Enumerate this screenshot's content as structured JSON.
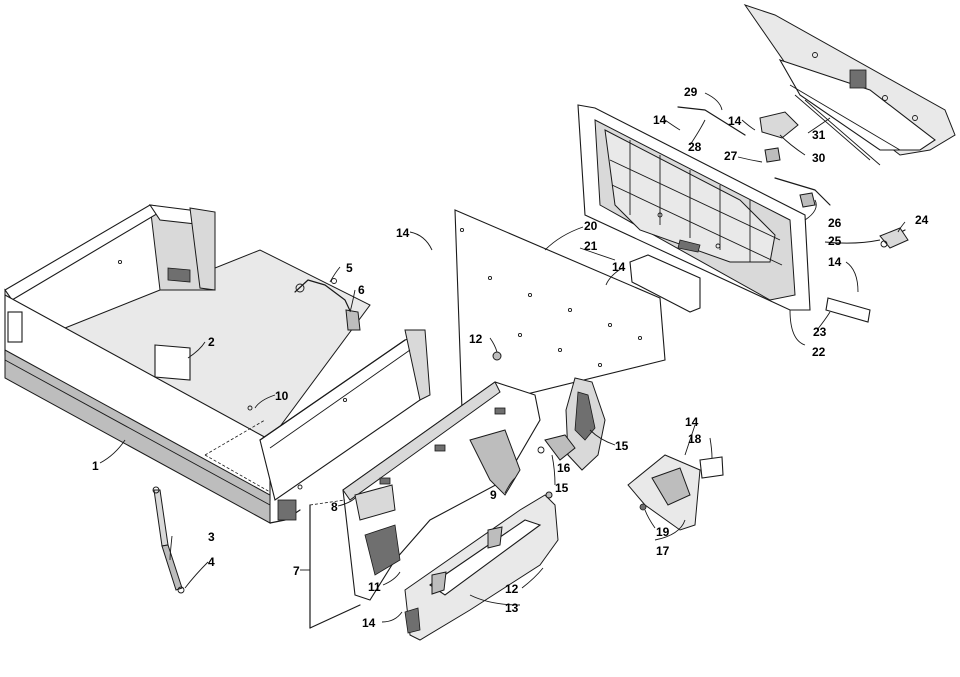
{
  "diagram": {
    "callouts": [
      {
        "id": "c1",
        "text": "1"
      },
      {
        "id": "c2",
        "text": "2"
      },
      {
        "id": "c3",
        "text": "3"
      },
      {
        "id": "c4",
        "text": "4"
      },
      {
        "id": "c5",
        "text": "5"
      },
      {
        "id": "c6",
        "text": "6"
      },
      {
        "id": "c7",
        "text": "7"
      },
      {
        "id": "c8",
        "text": "8"
      },
      {
        "id": "c9",
        "text": "9"
      },
      {
        "id": "c10",
        "text": "10"
      },
      {
        "id": "c11",
        "text": "11"
      },
      {
        "id": "c12a",
        "text": "12"
      },
      {
        "id": "c12b",
        "text": "12"
      },
      {
        "id": "c13",
        "text": "13"
      },
      {
        "id": "c14a",
        "text": "14"
      },
      {
        "id": "c14b",
        "text": "14"
      },
      {
        "id": "c14c",
        "text": "14"
      },
      {
        "id": "c14d",
        "text": "14"
      },
      {
        "id": "c14e",
        "text": "14"
      },
      {
        "id": "c14f",
        "text": "14"
      },
      {
        "id": "c14g",
        "text": "14"
      },
      {
        "id": "c15a",
        "text": "15"
      },
      {
        "id": "c15b",
        "text": "15"
      },
      {
        "id": "c16",
        "text": "16"
      },
      {
        "id": "c17",
        "text": "17"
      },
      {
        "id": "c18",
        "text": "18"
      },
      {
        "id": "c19",
        "text": "19"
      },
      {
        "id": "c20",
        "text": "20"
      },
      {
        "id": "c21",
        "text": "21"
      },
      {
        "id": "c22",
        "text": "22"
      },
      {
        "id": "c23",
        "text": "23"
      },
      {
        "id": "c24",
        "text": "24"
      },
      {
        "id": "c25",
        "text": "25"
      },
      {
        "id": "c26",
        "text": "26"
      },
      {
        "id": "c27",
        "text": "27"
      },
      {
        "id": "c28",
        "text": "28"
      },
      {
        "id": "c29",
        "text": "29"
      },
      {
        "id": "c30",
        "text": "30"
      },
      {
        "id": "c31",
        "text": "31"
      }
    ]
  }
}
